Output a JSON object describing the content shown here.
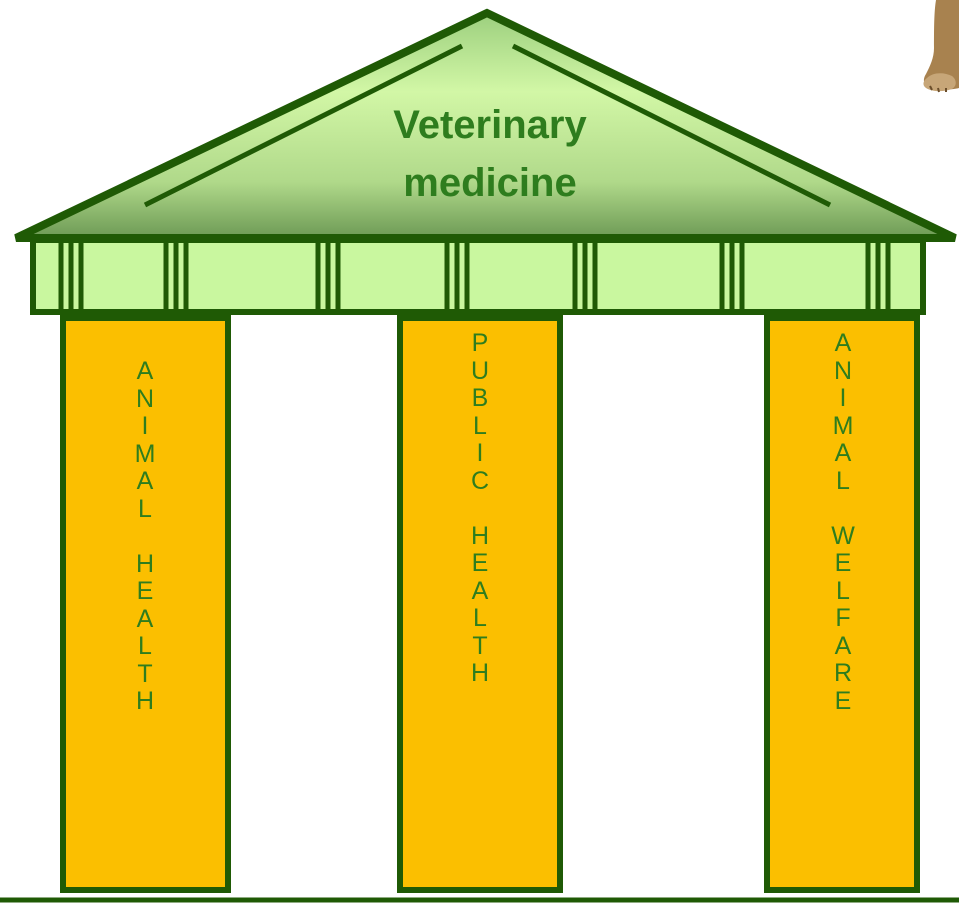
{
  "roof": {
    "line1": "Veterinary",
    "line2": "medicine"
  },
  "pillars": [
    {
      "words": [
        "ANIMAL",
        "HEALTH"
      ]
    },
    {
      "words": [
        "PUBLIC",
        "HEALTH"
      ]
    },
    {
      "words": [
        "ANIMAL",
        "WELFARE"
      ]
    }
  ],
  "colors": {
    "outline": "#1f5a05",
    "pillar_fill": "#fbbf00",
    "beam_fill": "#c9f79f",
    "text": "#2e7d1e"
  },
  "decoration": {
    "corner_image": "dog-paw-icon"
  }
}
